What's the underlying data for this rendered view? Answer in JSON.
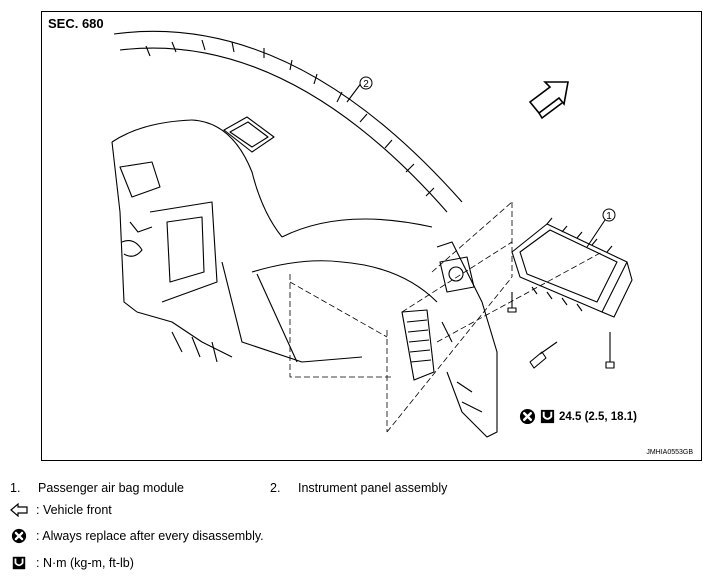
{
  "diagram": {
    "section_label": "SEC. 680",
    "image_code": "JMHIA0553GB",
    "callouts": [
      "1",
      "2"
    ],
    "torque_spec": "24.5 (2.5, 18.1)",
    "icons": {
      "front": "vehicle-front-arrow-icon",
      "replace": "always-replace-icon",
      "torque": "torque-wrench-icon"
    }
  },
  "legend": {
    "items": [
      {
        "number": "1.",
        "label": "Passenger air bag module"
      },
      {
        "number": "2.",
        "label": "Instrument panel assembly"
      }
    ],
    "vehicle_front": ": Vehicle front",
    "always_replace": ": Always replace after every disassembly.",
    "torque_units": ": N·m (kg-m, ft-lb)"
  }
}
